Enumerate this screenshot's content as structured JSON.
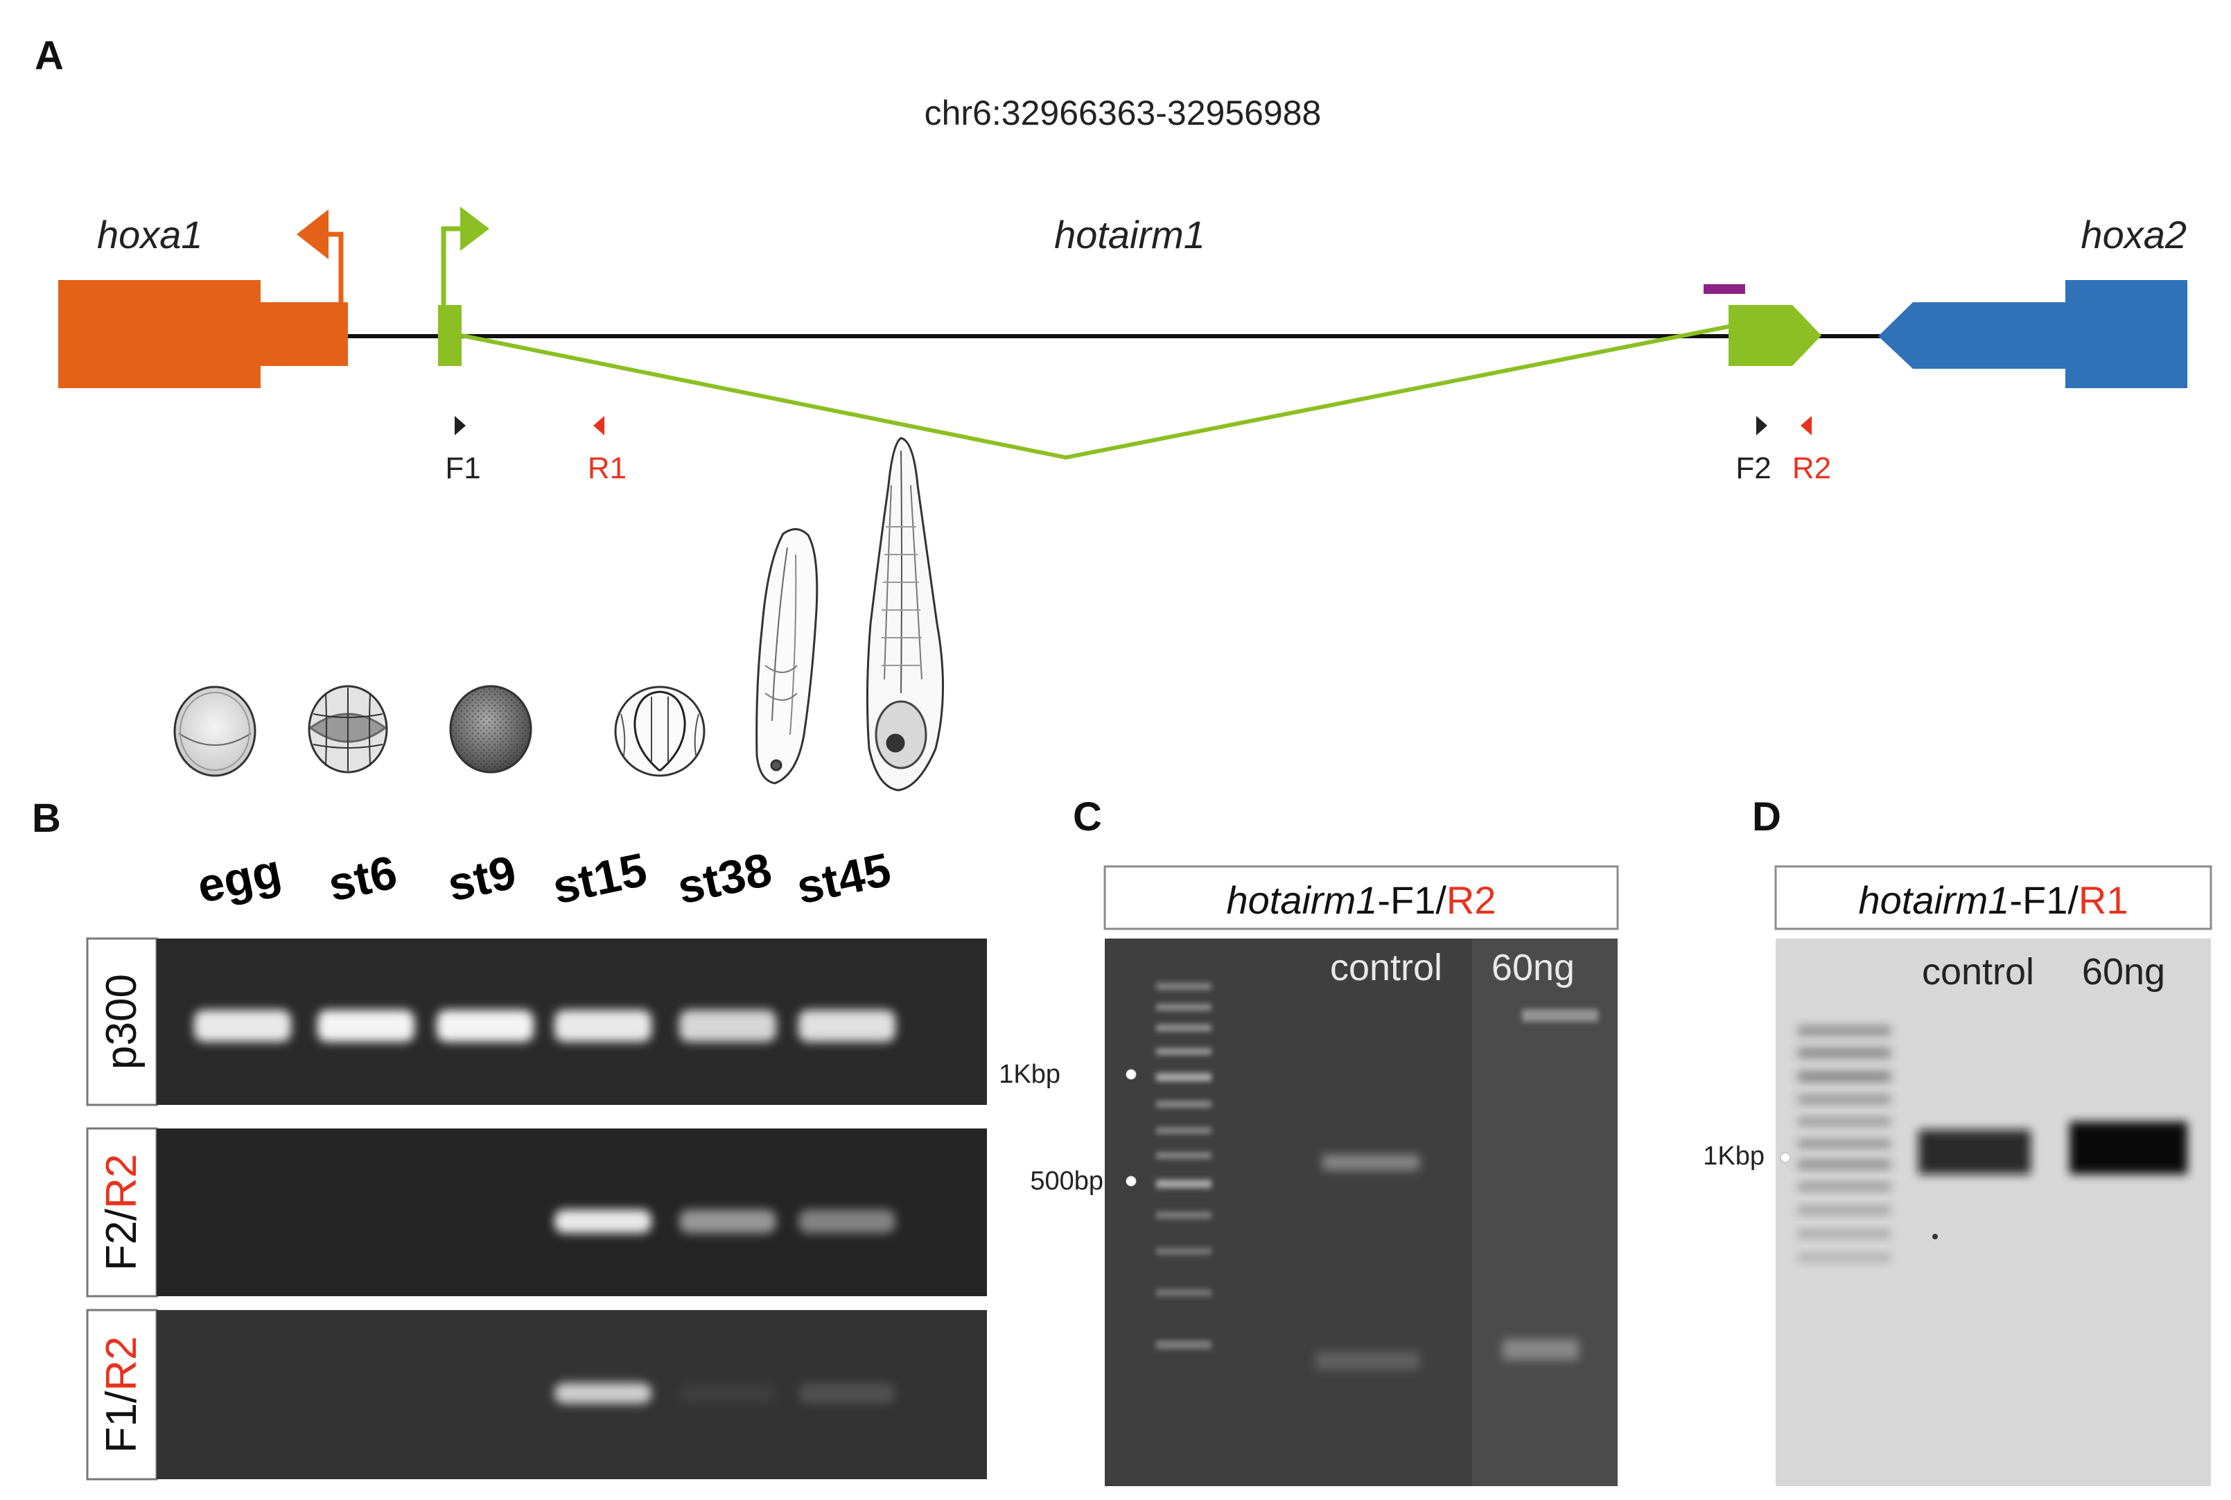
{
  "panels": {
    "a": {
      "letter": "A",
      "coordinates": "chr6:32966363-32956988",
      "genes": {
        "left": "hoxa1",
        "middle": "hotairm1",
        "right": "hoxa2"
      },
      "primers": {
        "f1": "F1",
        "r1": "R1",
        "f2": "F2",
        "r2": "R2"
      },
      "colors": {
        "hoxa1": "#e46118",
        "hotairm1": "#8cbf23",
        "hoxa2": "#2f72b8",
        "probe": "#8b2386",
        "reverse_primer": "#e8321e"
      }
    },
    "b": {
      "letter": "B",
      "stages": [
        "egg",
        "st6",
        "st9",
        "st15",
        "st38",
        "st45"
      ],
      "rows": [
        {
          "label_parts": [
            {
              "text": "p300",
              "red": false
            }
          ],
          "band_intensity": [
            0.95,
            1.0,
            1.0,
            0.95,
            0.85,
            0.9
          ]
        },
        {
          "label_parts": [
            {
              "text": "F2/",
              "red": false
            },
            {
              "text": "R2",
              "red": true
            }
          ],
          "band_intensity": [
            0,
            0,
            0,
            0.95,
            0.55,
            0.45
          ]
        },
        {
          "label_parts": [
            {
              "text": "F1/",
              "red": false
            },
            {
              "text": "R2",
              "red": true
            }
          ],
          "band_intensity": [
            0,
            0,
            0,
            0.8,
            0.05,
            0.15
          ]
        }
      ]
    },
    "c": {
      "letter": "C",
      "title_gene": "hotairm1",
      "title_mid": "-F1/",
      "title_red": "R2",
      "lanes": [
        "control",
        "60ng"
      ],
      "markers": [
        "1Kbp",
        "500bp"
      ]
    },
    "d": {
      "letter": "D",
      "title_gene": "hotairm1",
      "title_mid": "-F1/",
      "title_red": "R1",
      "lanes": [
        "control",
        "60ng"
      ],
      "markers": [
        "1Kbp"
      ]
    }
  }
}
